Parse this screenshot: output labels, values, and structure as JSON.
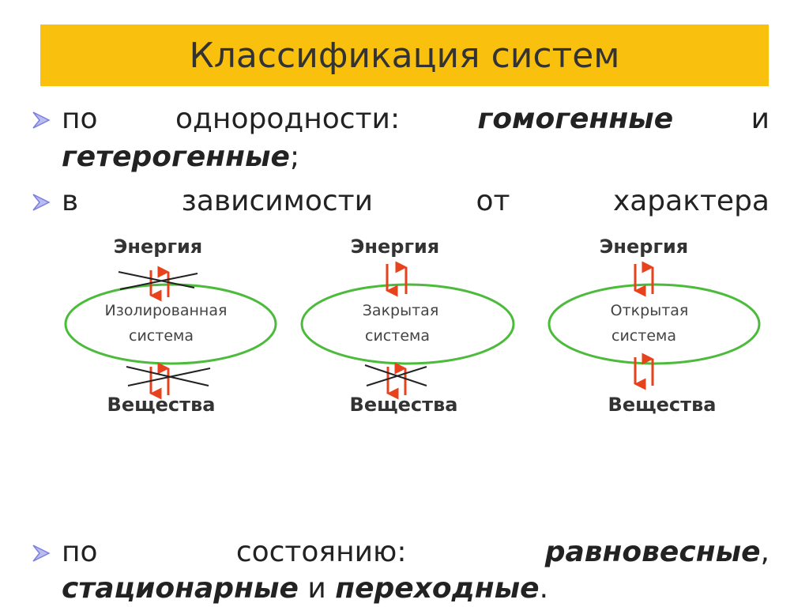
{
  "title": "Классификация систем",
  "bullets": {
    "homogeneity": {
      "prefix": "по",
      "word": "однородности:",
      "term1": "гомогенные",
      "conj": "и",
      "term2": "гетерогенные",
      "end": ";"
    },
    "dependence": {
      "w1": "в",
      "w2": "зависимости",
      "w3": "от",
      "w4": "характера"
    },
    "state": {
      "prefix": "по",
      "word": "состоянию:",
      "term1": "равновесные",
      "comma": ",",
      "term2": "стационарные",
      "conj": "и",
      "term3": "переходные",
      "end": "."
    }
  },
  "diagram": {
    "systems": [
      {
        "top_label": "Энергия",
        "name_line1": "Изолированная",
        "name_line2": "система",
        "bottom_label": "Вещества",
        "energy_exchange": false,
        "matter_exchange": false
      },
      {
        "top_label": "Энергия",
        "name_line1": "Закрытая",
        "name_line2": "система",
        "bottom_label": "Вещества",
        "energy_exchange": true,
        "matter_exchange": false
      },
      {
        "top_label": "Энергия",
        "name_line1": "Открытая",
        "name_line2": "система",
        "bottom_label": "Вещества",
        "energy_exchange": true,
        "matter_exchange": true
      }
    ],
    "colors": {
      "ellipse": "#4cbb3c",
      "arrow": "#e8421c",
      "cross": "#222222",
      "title_bar": "#f9c10d",
      "bullet_marker": "#7d7fe0"
    }
  }
}
